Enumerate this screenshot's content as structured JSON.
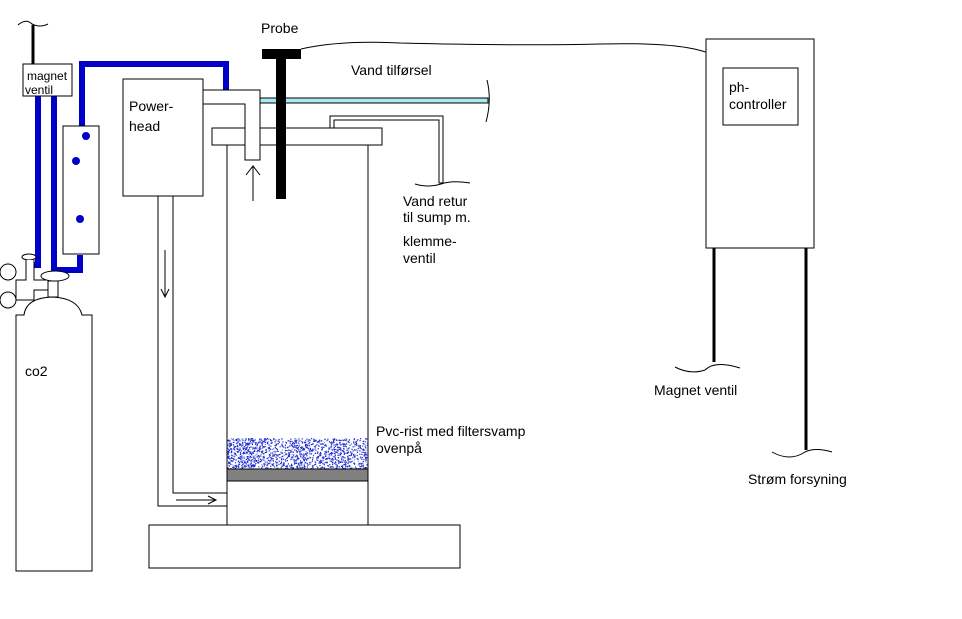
{
  "labels": {
    "magnet_ventil_box": [
      "magnet",
      "ventil"
    ],
    "powerhead": [
      "Power-",
      "head"
    ],
    "probe": "Probe",
    "vand_tilforsel": "Vand tilførsel",
    "vand_retur": [
      "Vand retur",
      "til sump m.",
      "klemme-",
      "ventil"
    ],
    "ph_controller": [
      "ph-",
      "controller"
    ],
    "co2": "co2",
    "pvc_rist": [
      "Pvc-rist med filtersvamp",
      "ovenpå"
    ],
    "magnet_ventil_cable": "Magnet ventil",
    "strom_forsyning": "Strøm forsyning"
  },
  "colors": {
    "co2_tube": "#0000c8",
    "water_tube": "#a8e8f0",
    "grate": "#808080",
    "sponge": "#1a2bd0",
    "probe": "#000000"
  }
}
